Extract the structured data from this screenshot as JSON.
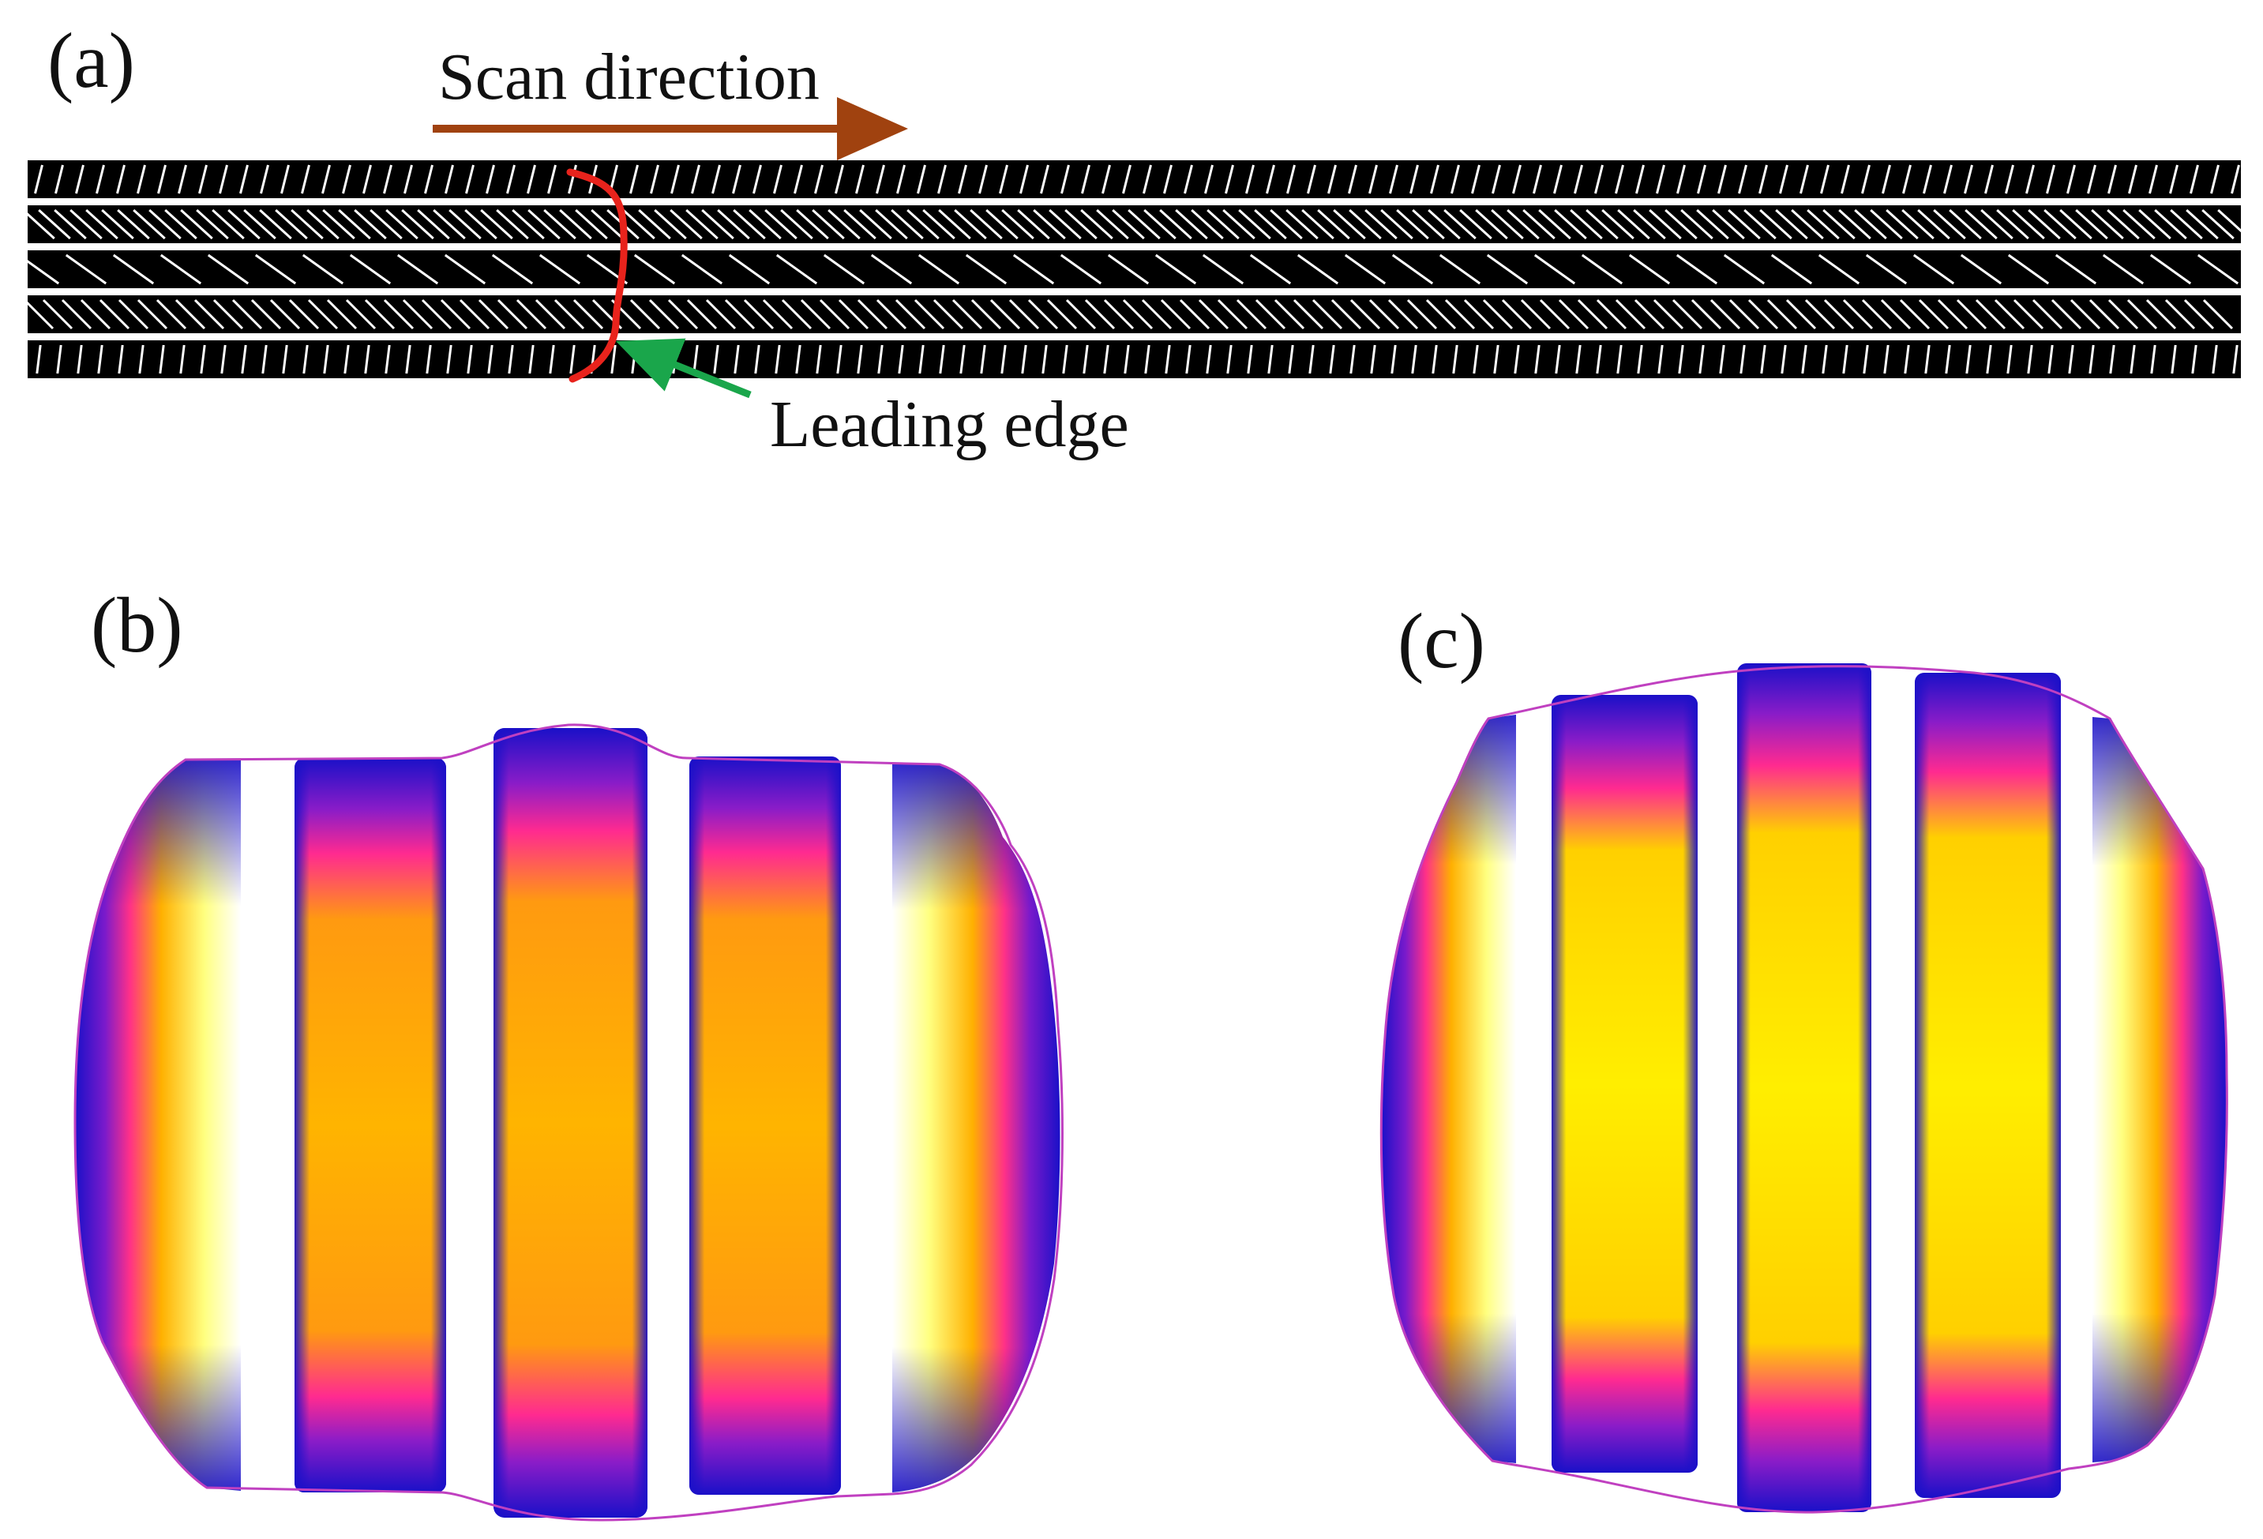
{
  "panels": {
    "a": {
      "label": "(a)"
    },
    "b": {
      "label": "(b)"
    },
    "c": {
      "label": "(c)"
    }
  },
  "annotations": {
    "scan_direction": "Scan direction",
    "leading_edge": "Leading edge"
  },
  "colors": {
    "scan_arrow": "#a0420f",
    "leading_edge_arrow": "#1aa64b",
    "melt_front": "#e8231c",
    "track_bars": "#000000",
    "outline": "#c040c0",
    "heat_low": "#1a10c8",
    "heat_mid": "#ff2a90",
    "heat_high": "#ffb000",
    "heat_peak": "#ffff40"
  },
  "tracks_panel_a": {
    "count": 5
  },
  "heatmap_b": {
    "stripe_count": 5
  },
  "heatmap_c": {
    "stripe_count": 5
  }
}
